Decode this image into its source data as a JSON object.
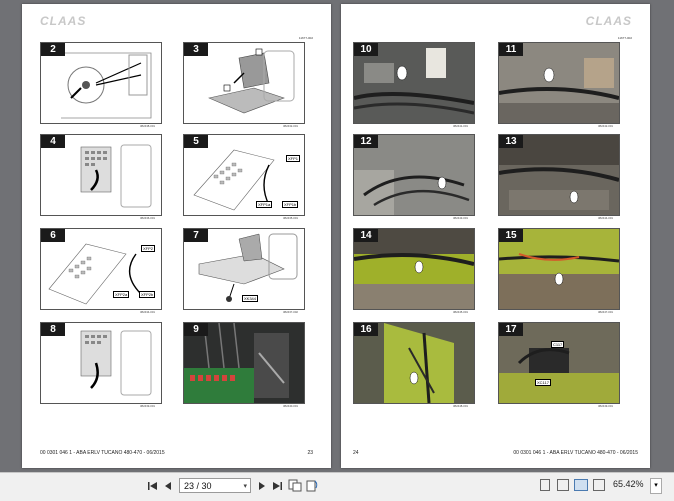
{
  "document": {
    "brand": "CLAAS",
    "left_page": {
      "doc_code": "11677-002",
      "footer": "00 0301 046 1 - ABA ERLV TUCANO 480-470 - 06/2015",
      "page_number": "23",
      "figures": [
        {
          "num": "2",
          "code": "382438-001"
        },
        {
          "num": "3",
          "code": "382432-001"
        },
        {
          "num": "4",
          "code": "382436-001"
        },
        {
          "num": "5",
          "code": "382435-001"
        },
        {
          "num": "6",
          "code": "382434-001"
        },
        {
          "num": "7",
          "code": "382437-002"
        },
        {
          "num": "8",
          "code": "382439-001"
        },
        {
          "num": "9",
          "code": "382440-001"
        }
      ],
      "labels": {
        "xfp1": "XFP1",
        "xfp1a": "XFP1a",
        "xfp1b": "XFP1b",
        "xfp2": "XFP2",
        "xfp2a": "XFP2a",
        "xfp2b": "XFP2b",
        "xk344": "XK344"
      }
    },
    "right_page": {
      "doc_code": "11677-002",
      "footer": "00 0301 046 1 - ABA ERLV TUCANO 480-470 - 06/2015",
      "page_number": "24",
      "figures": [
        {
          "num": "10",
          "code": "382441-001"
        },
        {
          "num": "11",
          "code": "382442-001"
        },
        {
          "num": "12",
          "code": "382443-001"
        },
        {
          "num": "13",
          "code": "382444-001"
        },
        {
          "num": "14",
          "code": "382445-001"
        },
        {
          "num": "15",
          "code": "382447-001"
        },
        {
          "num": "16",
          "code": "382448-001"
        },
        {
          "num": "17",
          "code": "382449-001"
        }
      ],
      "labels": {
        "c117": "C117",
        "xc117": "XC117"
      }
    }
  },
  "toolbar": {
    "page_field": "23 / 30",
    "zoom": "65.42%",
    "icons": {
      "first": "first-page-icon",
      "prev": "previous-page-icon",
      "next": "next-page-icon",
      "last": "last-page-icon"
    }
  }
}
